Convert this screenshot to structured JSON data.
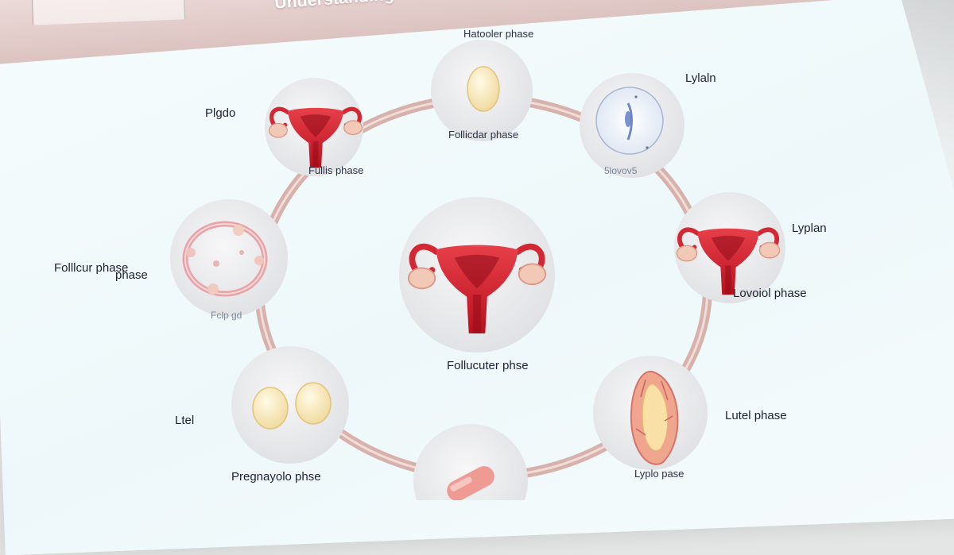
{
  "page": {
    "title": "Understanding",
    "title_band_color": "#dcc3c0",
    "ring_color": "#d4a8a2"
  },
  "diagram": {
    "nodes": [
      {
        "id": "top",
        "label_above": "Hatooler phase",
        "label_below": "Follicdar phase",
        "icon": "egg-cell-icon"
      },
      {
        "id": "top-right",
        "label_above": "Lylaln",
        "label_below": "5lovov5",
        "icon": "cell-membrane-icon"
      },
      {
        "id": "upper-left",
        "label_above": "Plgdo",
        "label_below": "Fullis phase",
        "icon": "uterus-icon"
      },
      {
        "id": "right",
        "label_above": "Lyplan",
        "label_below": "Lovoiol phase",
        "icon": "uterus-icon"
      },
      {
        "id": "left",
        "label_above": "Folllcur phase",
        "label_above_2": "phase",
        "label_below": "Fclp gd",
        "icon": "follicle-ring-icon"
      },
      {
        "id": "lower-left",
        "label_above": "Ltel",
        "label_below": "Pregnayolo phse",
        "icon": "twin-eggs-icon"
      },
      {
        "id": "lower-right",
        "label_above": "Lutel phase",
        "label_below": "Lyplo pase",
        "icon": "endometrium-icon"
      },
      {
        "id": "bottom",
        "icon": "capsule-icon"
      }
    ],
    "center": {
      "label": "Follucuter phse",
      "icon": "uterus-icon"
    }
  }
}
